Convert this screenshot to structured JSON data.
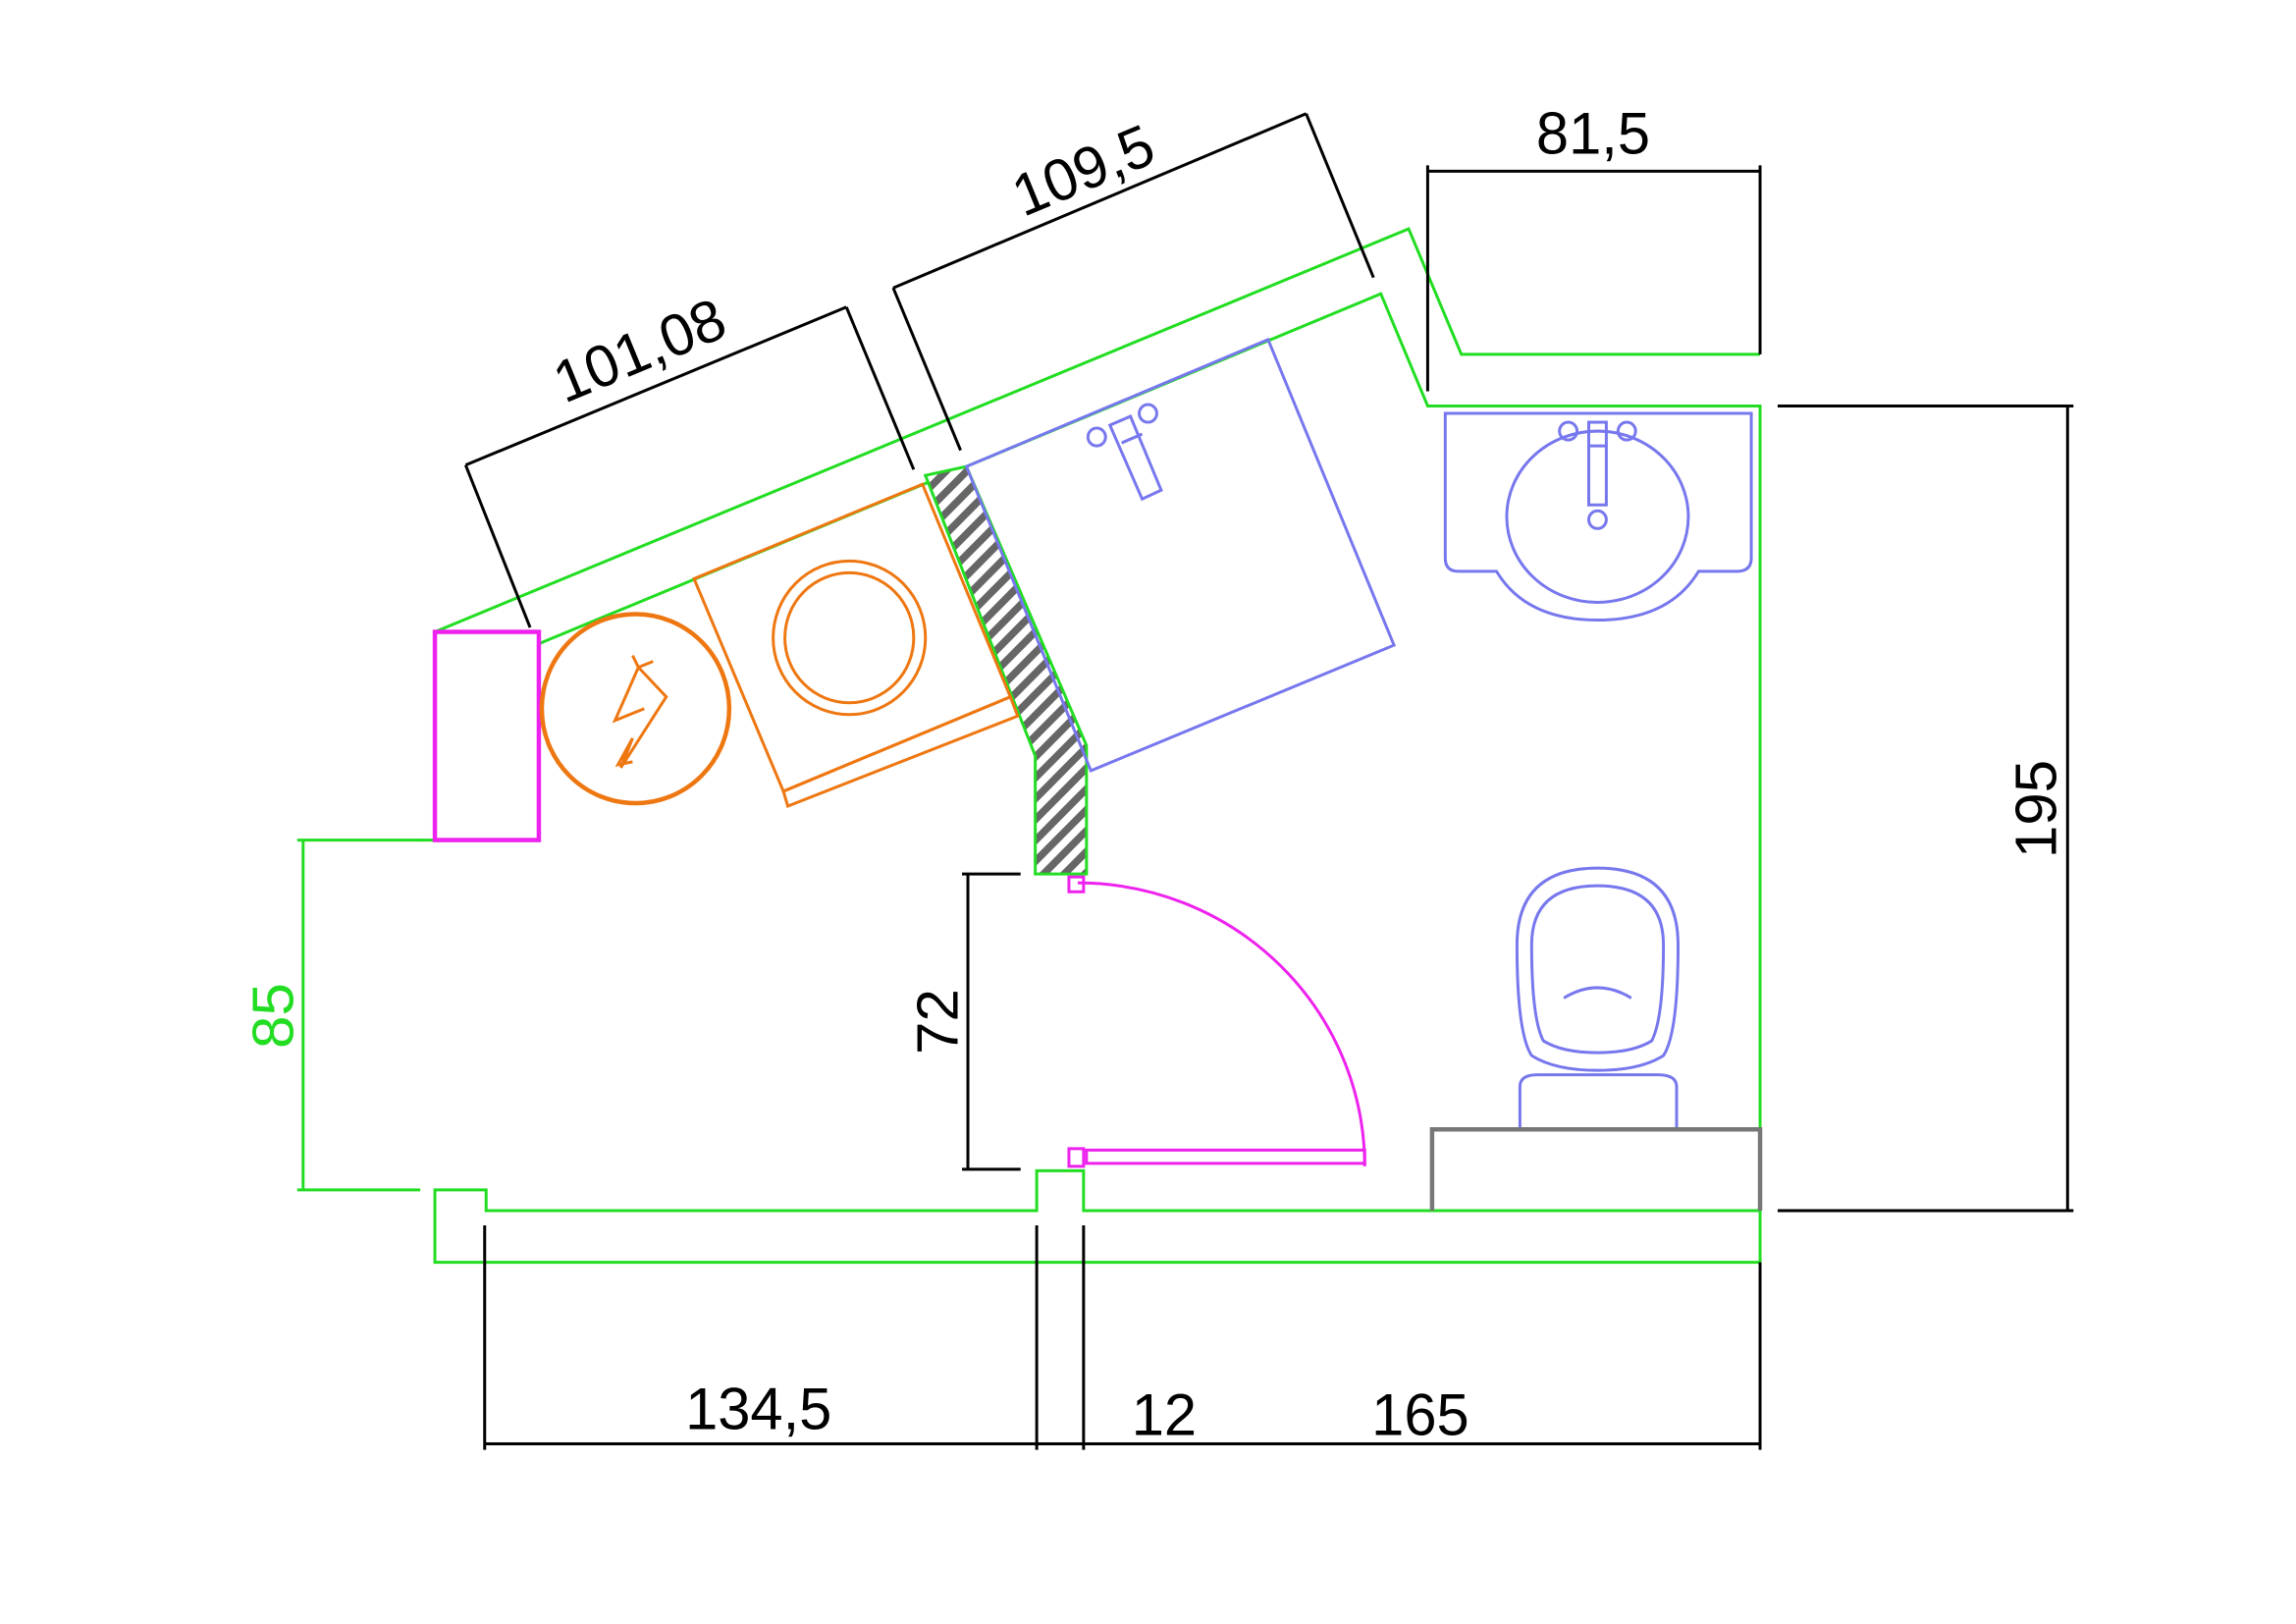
{
  "colors": {
    "wall": "#22dd22",
    "dimension": "#000000",
    "fixtures": "#7777ee",
    "appliances": "#ee7711",
    "door": "#ee22ee",
    "hatch": "#666666"
  },
  "dimensions": {
    "diag_left": "101,08",
    "diag_right": "109,5",
    "top_right": "81,5",
    "right_height": "195",
    "left_opening": "85",
    "door_opening": "72",
    "bottom_left": "134,5",
    "bottom_mid": "12",
    "bottom_right": "165"
  }
}
